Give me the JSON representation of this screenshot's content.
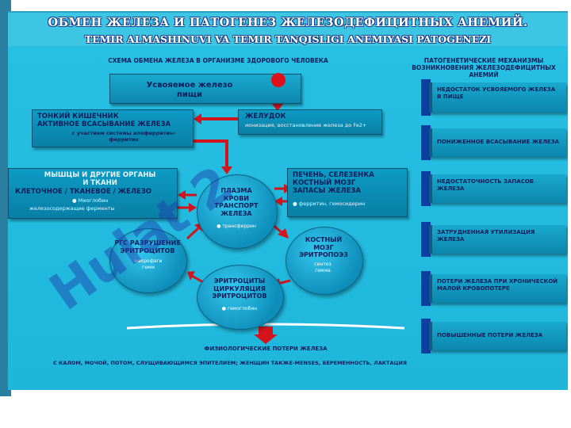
{
  "poster": {
    "title": "ОБМЕН ЖЕЛЕЗА И ПАТОГЕНЕЗ ЖЕЛЕЗОДЕФИЦИТНЫХ АНЕМИЙ.",
    "subtitle": "TEMIR ALMASHINUVI VA TEMIR TANQISLIGI ANEMIYASI PATOGENEZI",
    "scheme_header": "СХЕМА ОБМЕНА ЖЕЛЕЗА В ОРГАНИЗМЕ ЗДОРОВОГО ЧЕЛОВЕКА",
    "right_header": "ПАТОГЕНЕТИЧЕСКИЕ МЕХАНИЗМЫ\nВОЗНИКНОВЕНИЯ ЖЕЛЕЗОДЕФИЦИТНЫХ АНЕМИЙ",
    "food": "Усвояемое железо\nпищи",
    "stomach": {
      "title": "ЖЕЛУДОК",
      "note": "ионизация, восстановление железа до Fe2+"
    },
    "intestine": {
      "title": "ТОНКИЙ КИШЕЧНИК\nАКТИВНОЕ ВСАСЫВАНИЕ ЖЕЛЕЗА",
      "note": "с участием системы апоферритин-ферритин"
    },
    "tissues": {
      "title": "МЫШЦЫ И ДРУГИЕ ОРГАНЫ\nИ ТКАНИ",
      "main": "КЛЕТОЧНОЕ / ТКАНЕВОЕ / ЖЕЛЕЗО",
      "note1": "Миоглобин",
      "note2": "железосодержащие ферменты"
    },
    "liver": {
      "title": "ПЕЧЕНЬ, СЕЛЕЗЕНКА\nКОСТНЫЙ МОЗГ\nЗАПАСЫ ЖЕЛЕЗА",
      "note": "ферритин, гемосидерин"
    },
    "plasma": {
      "title": "ПЛАЗМА\nКРОВИ\nТРАНСПОРТ\nЖЕЛЕЗА",
      "note": "трансферрин"
    },
    "rbc_destruction": {
      "title": "РГС РАЗРУШЕНИЕ\nЭРИТРОЦИТОВ",
      "note": "макрофаги\nгемм"
    },
    "marrow": {
      "title": "КОСТНЫЙ\nМОЗГ\nЭРИТРОПОЭЗ",
      "note": "синтез\nгемма"
    },
    "circulation": {
      "title": "ЭРИТРОЦИТЫ\nЦИРКУЛЯЦИЯ\nЭРИТРОЦИТОВ",
      "note": "гемоглобин"
    },
    "losses": {
      "title": "ФИЗИОЛОГИЧЕСКИЕ ПОТЕРИ ЖЕЛЕЗА",
      "details": "С КАЛОМ, МОЧОЙ, ПОТОМ, СЛУЩИВАЮЩИМСЯ  ЭПИТЕЛИЕМ; ЖЕНЩИН ТАКЖЕ-MENSES, БЕРЕМЕННОСТЬ, ЛАКТАЦИЯ"
    },
    "mechanisms": [
      "НЕДОСТАТОК УСВОЯЕМОГО ЖЕЛЕЗА\nВ ПИЩЕ",
      "ПОНИЖЕННОЕ ВСАСЫВАНИЕ ЖЕЛЕЗА",
      "НЕДОСТАТОЧНОСТЬ ЗАПАСОВ\nЖЕЛЕЗА",
      "ЗАТРУДНЕННАЯ УТИЛИЗАЦИЯ\nЖЕЛЕЗА",
      "ПОТЕРИ ЖЕЛЕЗА ПРИ ХРОНИЧЕСКОЙ\nМАЛОЙ КРОВОПОТЕРЕ",
      "ПОВЫШЕННЫЕ ПОТЕРИ ЖЕЛЕЗА"
    ],
    "watermark": "Hulat 2",
    "colors": {
      "arrow": "#d4141c",
      "box": "#0c9bc4",
      "text": "#0c1f5c",
      "stub": "#0d3fa0"
    }
  }
}
